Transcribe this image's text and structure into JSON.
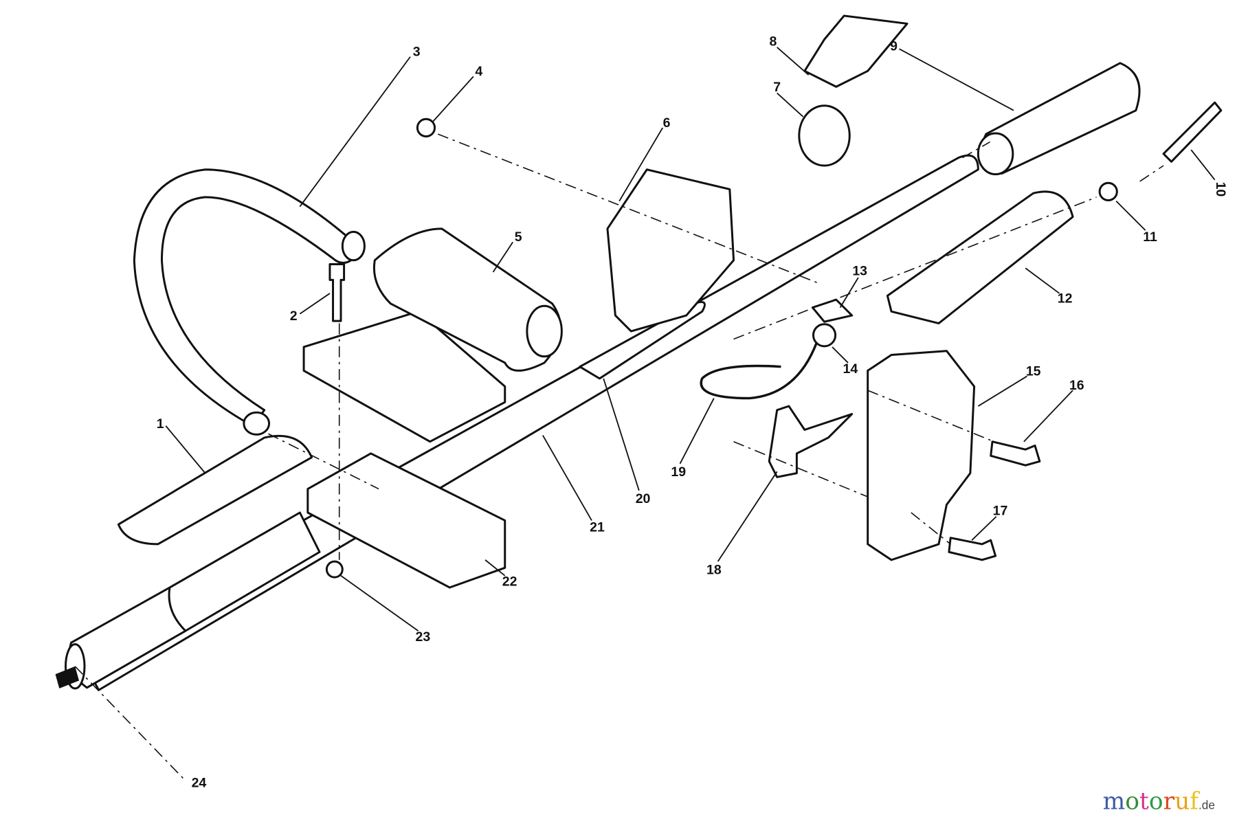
{
  "diagram": {
    "callouts": [
      "1",
      "2",
      "3",
      "4",
      "5",
      "6",
      "7",
      "8",
      "9",
      "10",
      "11",
      "12",
      "13",
      "14",
      "15",
      "16",
      "17",
      "18",
      "19",
      "20",
      "21",
      "22",
      "23",
      "24"
    ]
  },
  "watermark": {
    "letters": [
      "m",
      "o",
      "t",
      "o",
      "r",
      "u",
      "f"
    ],
    "colors": [
      "#3b5ba5",
      "#3b8a3b",
      "#d6338a",
      "#2e9a47",
      "#d84a1b",
      "#e8a21b",
      "#e9c21a"
    ],
    "suffix": ".de"
  },
  "colors": {
    "ink": "#111111",
    "background": "#ffffff"
  }
}
